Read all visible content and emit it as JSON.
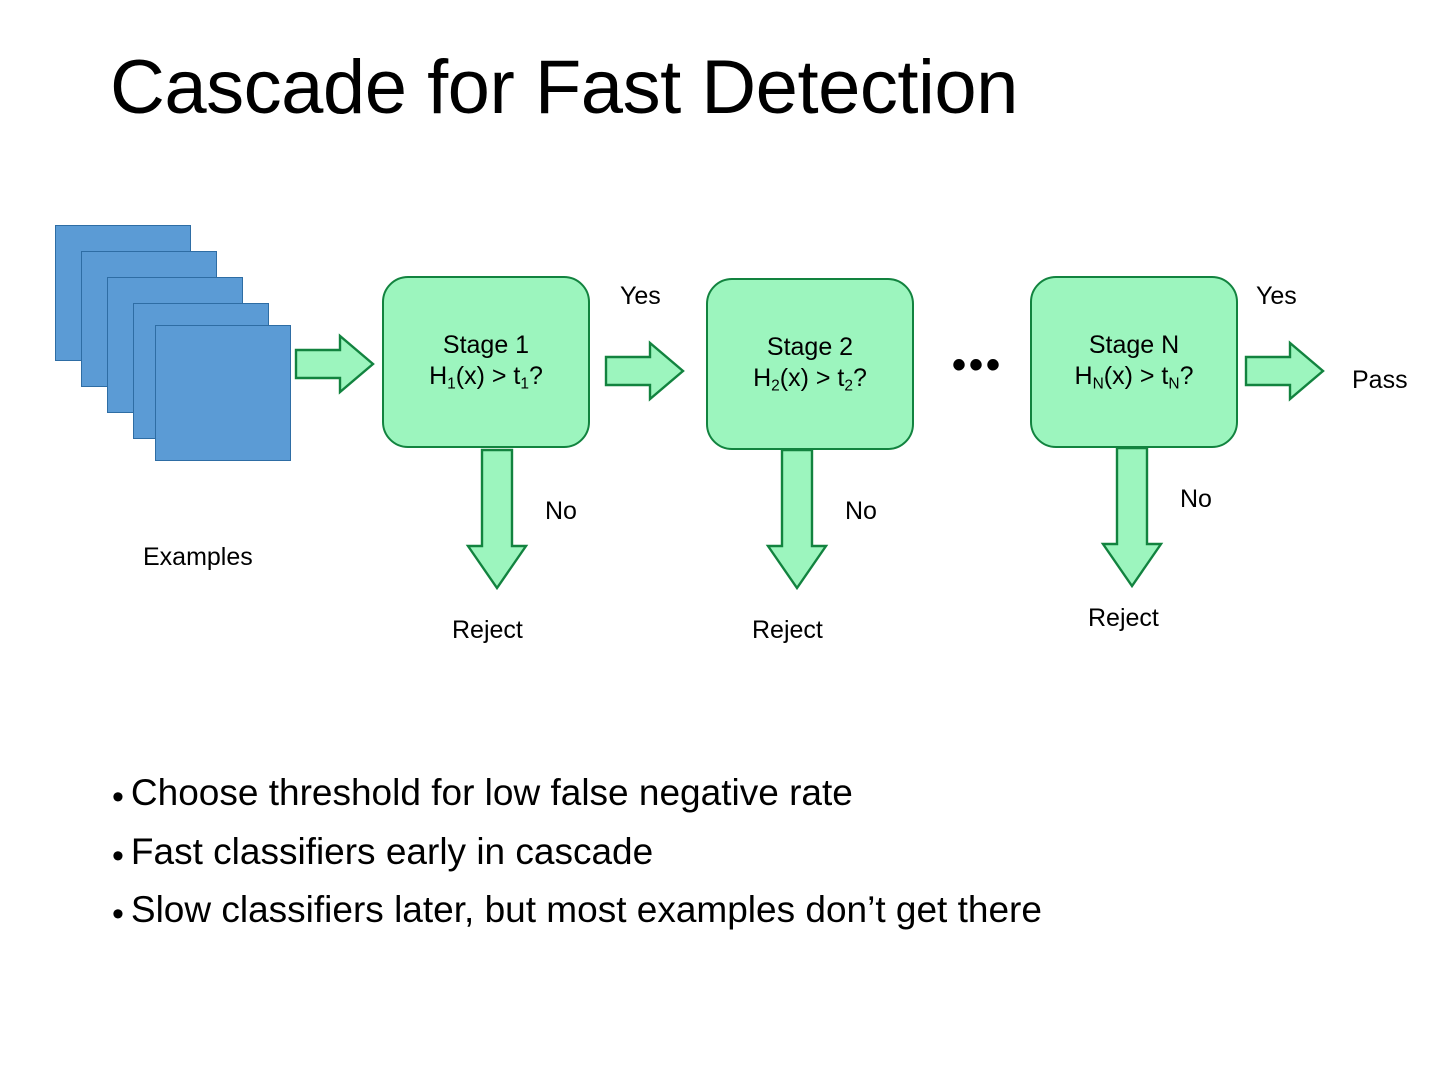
{
  "slide": {
    "title": "Cascade for Fast Detection",
    "background_color": "#ffffff"
  },
  "colors": {
    "stage_fill": "#9CF5BE",
    "stage_border": "#12833F",
    "arrow_fill": "#9CF5BE",
    "arrow_border": "#12833F",
    "example_fill": "#5B9BD5",
    "example_border": "#2E6DA4",
    "text": "#000000"
  },
  "diagram": {
    "examples": {
      "label": "Examples",
      "card_count": 5
    },
    "ellipsis": "•••",
    "stages": [
      {
        "name": "Stage 1",
        "formula_h": "H",
        "formula_sub1": "1",
        "formula_mid": "(x) > t",
        "formula_sub2": "1",
        "formula_end": "?"
      },
      {
        "name": "Stage 2",
        "formula_h": "H",
        "formula_sub1": "2",
        "formula_mid": "(x) > t",
        "formula_sub2": "2",
        "formula_end": "?"
      },
      {
        "name": "Stage N",
        "formula_h": "H",
        "formula_sub1": "N",
        "formula_mid": "(x) > t",
        "formula_sub2": "N",
        "formula_end": "?"
      }
    ],
    "edges": {
      "yes_stage1_to_stage2": "Yes",
      "yes_stageN_to_pass": "Yes",
      "pass": "Pass",
      "no_stage1": "No",
      "no_stage2": "No",
      "no_stageN": "No",
      "reject_stage1": "Reject",
      "reject_stage2": "Reject",
      "reject_stageN": "Reject"
    }
  },
  "bullets": [
    {
      "marker": "•",
      "text": "Choose threshold for low false negative rate"
    },
    {
      "marker": "•",
      "text": "Fast classifiers early in cascade"
    },
    {
      "marker": "•",
      "text": "Slow classifiers later, but most examples don’t get there"
    }
  ]
}
